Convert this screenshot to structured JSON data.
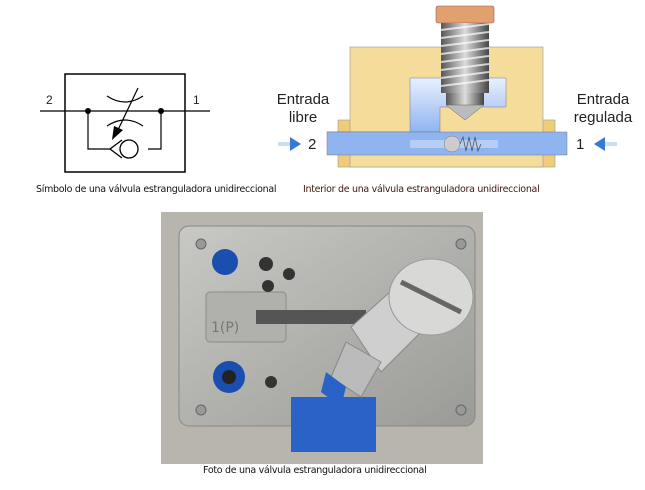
{
  "symbol": {
    "port_left": "2",
    "port_right": "1",
    "caption": "Símbolo de una válvula estranguladora unidireccional"
  },
  "interior": {
    "label_left": "Entrada libre",
    "label_left_1": "Entrada",
    "label_left_2": "libre",
    "label_right_1": "Entrada",
    "label_right_2": "regulada",
    "port_left": "2",
    "port_right": "1",
    "caption": "Interior de una válvula estranguladora unidireccional",
    "colors": {
      "body": "#f6dc9a",
      "channel": "#8fb4f0",
      "screw_head": "#e0a070",
      "arrow": "#3a78d8"
    }
  },
  "photo": {
    "marking": "1(P)",
    "caption": "Foto de una válvula estranguladora unidireccional"
  }
}
